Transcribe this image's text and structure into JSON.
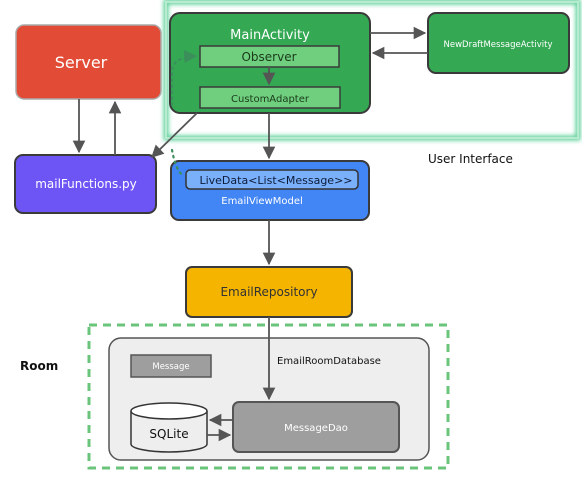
{
  "nodes": {
    "server": "Server",
    "main_activity": "MainActivity",
    "observer": "Observer",
    "custom_adapter": "CustomAdapter",
    "new_draft": "NewDraftMessageActivity",
    "mail_functions": "mailFunctions.py",
    "live_data": "LiveData<List<Message>>",
    "email_view_model": "EmailViewModel",
    "email_repository": "EmailRepository",
    "email_room_database": "EmailRoomDatabase",
    "message": "Message",
    "sqlite": "SQLite",
    "message_dao": "MessageDao"
  },
  "regions": {
    "user_interface": "User Interface",
    "room": "Room"
  },
  "colors": {
    "server": "#e24c37",
    "main_activity": "#34a853",
    "inner_green": "#6fcf7e",
    "mail_functions": "#6d54f5",
    "view_model": "#4285f4",
    "repository": "#f4b400",
    "database_panel": "#eeeeee",
    "grey_box": "#9e9e9e",
    "sqlite_fill": "#eeeeee",
    "room_border": "#6ac47a",
    "ui_glow": "#33c480",
    "arrow": "#555555"
  }
}
